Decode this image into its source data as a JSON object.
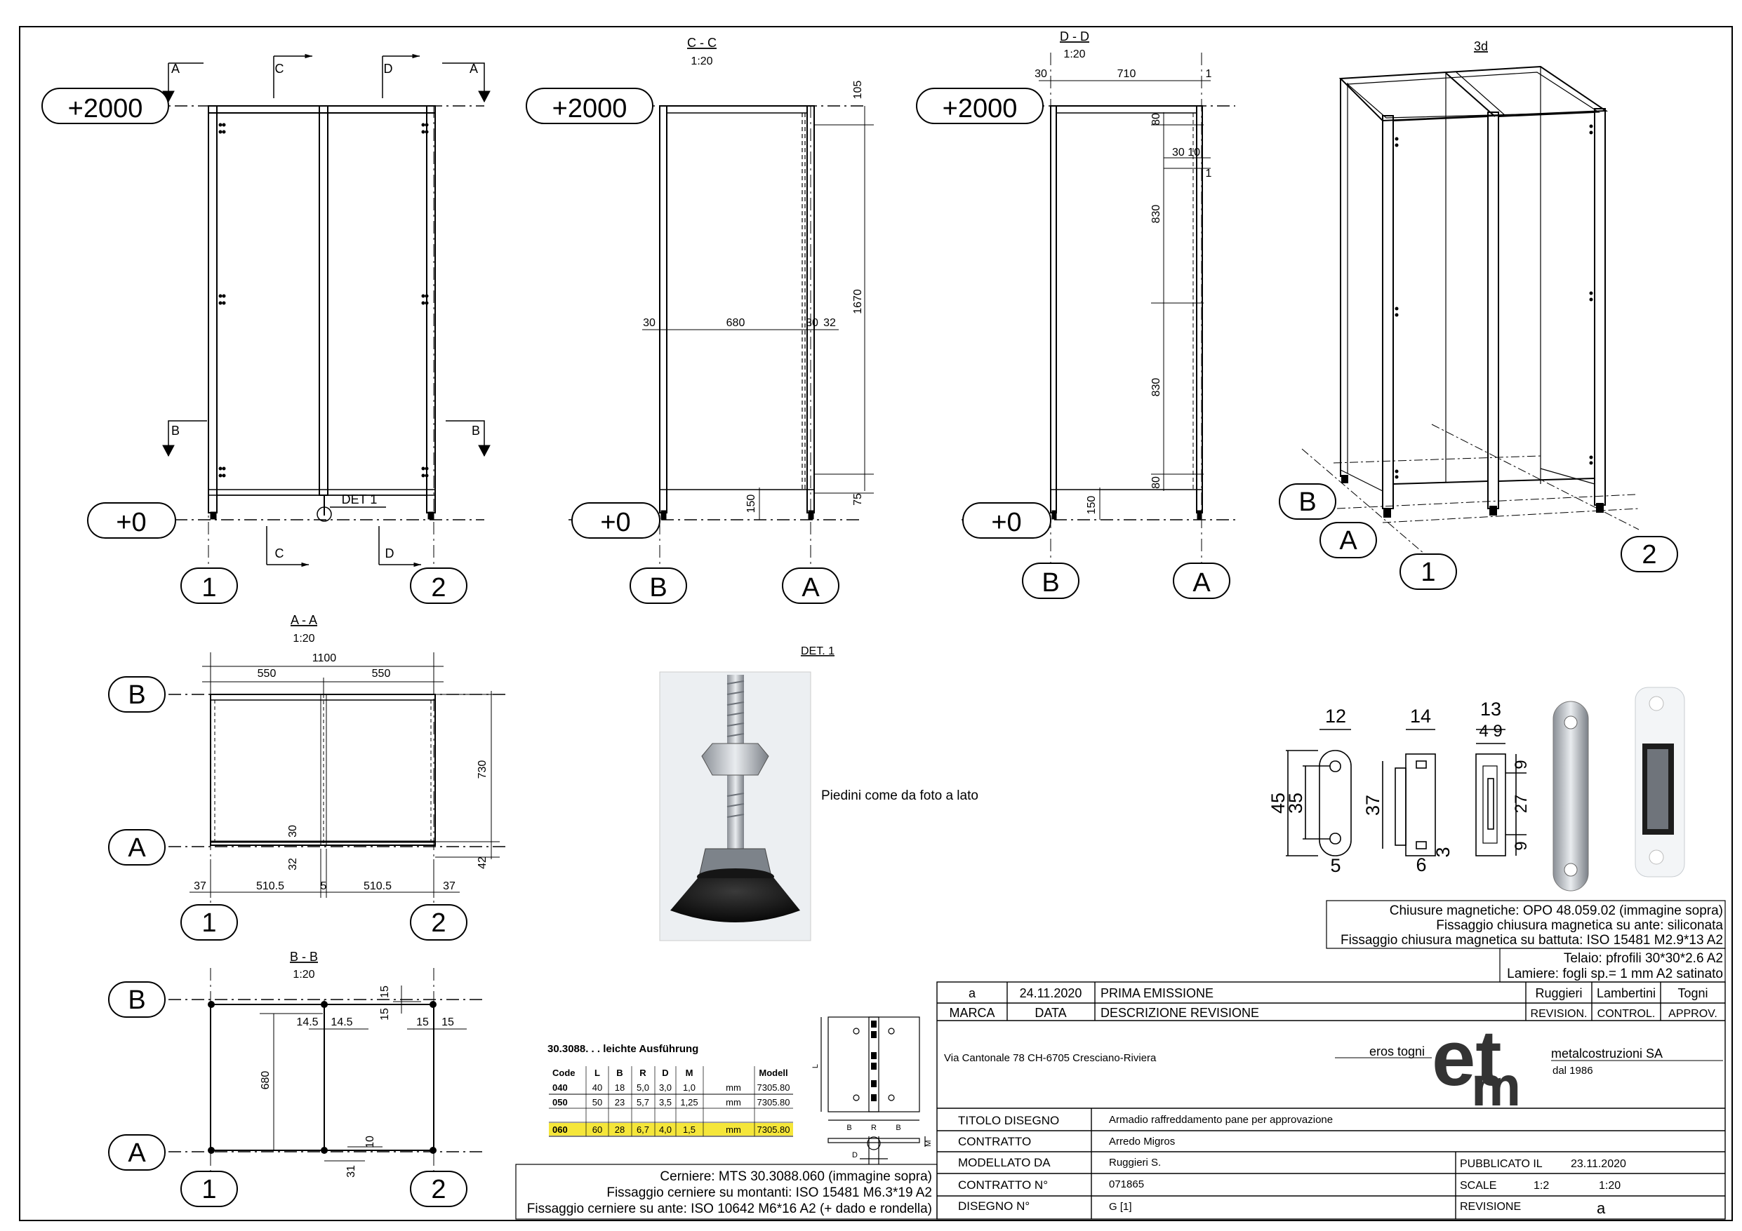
{
  "levels": {
    "top": "+2000",
    "bottom": "+0"
  },
  "axes": {
    "one": "1",
    "two": "2",
    "a": "A",
    "b": "B"
  },
  "section_marks": {
    "a": "A",
    "b": "B",
    "c": "C",
    "d": "D"
  },
  "elevation": {
    "detail_label": "DET 1"
  },
  "cc": {
    "title": "C - C",
    "scale": "1:20",
    "dims": {
      "d105": "105",
      "d1670": "1670",
      "d75": "75",
      "d30": "30",
      "d680": "680",
      "d30b": "30",
      "d32": "32",
      "d150": "150"
    }
  },
  "dd": {
    "title": "D - D",
    "scale": "1:20",
    "dims": {
      "d30": "30",
      "d710": "710",
      "d1": "1",
      "d80": "80",
      "d3010": "30 10",
      "d1b": "1",
      "d830a": "830",
      "d830b": "830",
      "d80b": "80",
      "d150": "150"
    }
  },
  "view3d": {
    "title": "3d"
  },
  "aa": {
    "title": "A - A",
    "scale": "1:20",
    "dims": {
      "total": "1100",
      "half1": "550",
      "half2": "550",
      "depth": "730",
      "d42": "42",
      "d30": "30",
      "d32": "32",
      "e1": "37",
      "m1": "510.5",
      "mid": "5",
      "m2": "510.5",
      "e2": "37"
    }
  },
  "bb": {
    "title": "B - B",
    "scale": "1:20",
    "dims": {
      "d680": "680",
      "d145a": "14.5",
      "d145b": "14.5",
      "d15a": "15",
      "d15b": "15",
      "d15c": "15",
      "d15d": "15",
      "d10": "10",
      "d31": "31"
    }
  },
  "det1": {
    "title": "DET. 1",
    "note": "Piedini come da foto a lato"
  },
  "magnet": {
    "dims": {
      "d12": "12",
      "d45": "45",
      "d35": "35",
      "d5": "5",
      "d14": "14",
      "d37": "37",
      "d6": "6",
      "d3": "3",
      "d13": "13",
      "d49": "4 9",
      "d9a": "9",
      "d27": "27",
      "d9b": "9"
    },
    "notes": [
      "Chiusure magnetiche: OPO 48.059.02 (immagine sopra)",
      "Fissaggio chiusura magnetica su ante: siliconata",
      "Fissaggio chiusura magnetica su battuta: ISO 15481 M2.9*13 A2"
    ],
    "frame_notes": [
      "Telaio: pfrofili 30*30*2.6 A2",
      "Lamiere: fogli sp.= 1 mm A2 satinato"
    ]
  },
  "hinge": {
    "title": "30.3088. . .  leichte Ausführung",
    "headers": [
      "Code",
      "L",
      "B",
      "R",
      "D",
      "M",
      "",
      "Modell"
    ],
    "rows": [
      [
        "040",
        "40",
        "18",
        "5,0",
        "3,0",
        "1,0",
        "mm",
        "7305.80"
      ],
      [
        "050",
        "50",
        "23",
        "5,7",
        "3,5",
        "1,25",
        "mm",
        "7305.80"
      ],
      [
        "060",
        "60",
        "28",
        "6,7",
        "4,0",
        "1,5",
        "mm",
        "7305.80"
      ]
    ],
    "highlight_color": "#f5e63a",
    "side_labels": {
      "b1": "B",
      "r": "R",
      "b2": "B",
      "l": "L",
      "d": "D",
      "m": "M"
    },
    "notes": [
      "Cerniere: MTS 30.3088.060 (immagine sopra)",
      "Fissaggio cerniere su montanti: ISO 15481 M6.3*19 A2",
      "Fissaggio cerniere su ante: ISO 10642 M6*16 A2 (+ dado e rondella)"
    ]
  },
  "titleblock": {
    "rev_row": {
      "marca": "a",
      "data": "24.11.2020",
      "descr": "PRIMA EMISSIONE",
      "r1": "Ruggieri",
      "r2": "Lambertini",
      "r3": "Togni"
    },
    "hdr_row": {
      "marca": "MARCA",
      "data": "DATA",
      "descr": "DESCRIZIONE REVISIONE",
      "r1": "REVISION.",
      "r2": "CONTROL.",
      "r3": "APPROV."
    },
    "address": "Via Cantonale 78 CH-6705 Cresciano-Riviera",
    "company_left": "eros togni",
    "company_right": "metalcostruzioni SA",
    "company_since": "dal 1986",
    "logo_top": "et",
    "logo_bottom": "m",
    "titolo_lbl": "TITOLO DISEGNO",
    "titolo": "Armadio raffreddamento pane per approvazione",
    "contratto_lbl": "CONTRATTO",
    "contratto": "Arredo Migros",
    "modellato_lbl": "MODELLATO DA",
    "modellato": "Ruggieri S.",
    "pubblicato_lbl": "PUBBLICATO IL",
    "pubblicato": "23.11.2020",
    "contratto_n_lbl": "CONTRATTO N°",
    "contratto_n": "071865",
    "scale_lbl": "SCALE",
    "scale1": "1:2",
    "scale2": "1:20",
    "disegno_lbl": "DISEGNO N°",
    "disegno": "G   [1]",
    "revisione_lbl": "REVISIONE",
    "revisione": "a"
  }
}
